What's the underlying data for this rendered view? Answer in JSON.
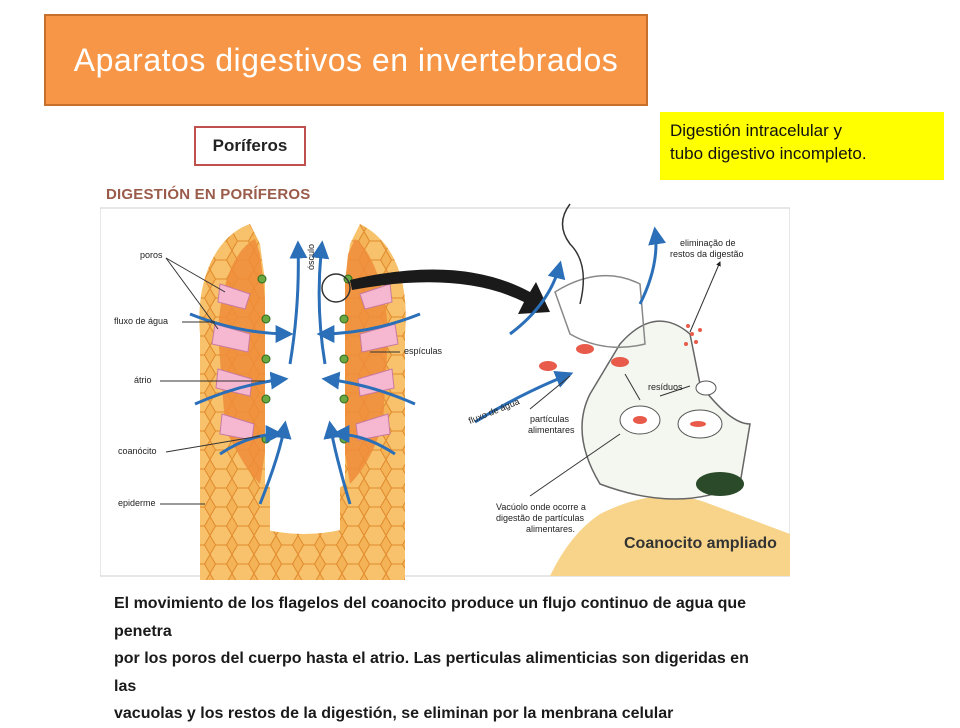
{
  "slide": {
    "title": "Aparatos digestivos en invertebrados",
    "section_label": "Poríferos",
    "note": {
      "line1": "Digestión intracelular y",
      "line2": "tubo digestivo incompleto."
    }
  },
  "diagram": {
    "title": "DIGESTIÓN EN PORÍFEROS",
    "labels": {
      "poros": "poros",
      "fluxo_agua": "fluxo de água",
      "atrio": "átrio",
      "coanocito": "coanócito",
      "epiderme": "epiderme",
      "osculo": "ósculo",
      "espiculas": "espículas",
      "eliminacao_1": "eliminação de",
      "eliminacao_2": "restos da digestão",
      "residuos": "resíduos",
      "fluxo_agua_2": "fluxo de água",
      "particulas_1": "partículas",
      "particulas_2": "alimentares",
      "vacuolo_1": "Vacúolo onde ocorre a",
      "vacuolo_2": "digestão de partículas",
      "vacuolo_3": "alimentares.",
      "coanocito_ampliado": "Coanocito ampliado"
    }
  },
  "caption": {
    "line1": "El movimiento de los flagelos del coanocito produce un flujo continuo de agua que penetra",
    "line2": "por los poros del cuerpo hasta el atrio. Las perticulas alimenticias son digeridas en las",
    "line3": "vacuolas y los restos de la digestión, se eliminan por la menbrana celular"
  },
  "colors": {
    "title_bg": "#f79646",
    "note_bg": "#ffff00",
    "label_border": "#c0504d",
    "sponge_body": "#f2a94a",
    "arrow_blue": "#2a6fb8"
  }
}
